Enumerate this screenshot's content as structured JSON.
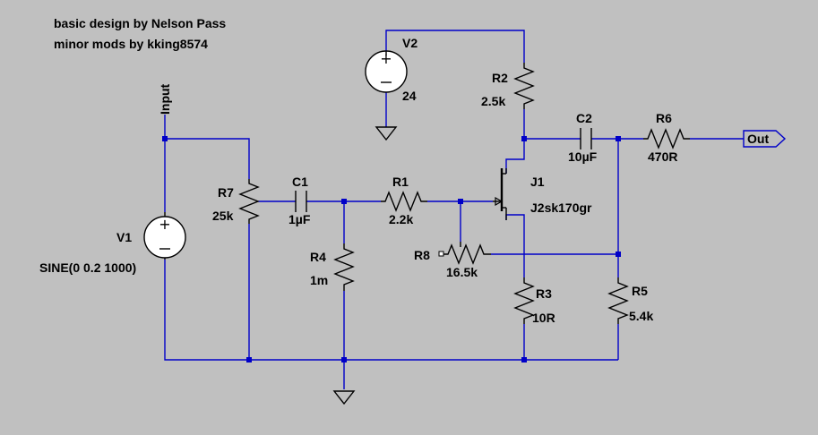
{
  "notes": {
    "line1": "basic design by Nelson Pass",
    "line2": "minor mods by kking8574"
  },
  "ports": {
    "input": "Input",
    "output": "Out"
  },
  "components": {
    "V1": {
      "name": "V1",
      "value": "SINE(0 0.2 1000)"
    },
    "V2": {
      "name": "V2",
      "value": "24"
    },
    "R1": {
      "name": "R1",
      "value": "2.2k"
    },
    "R2": {
      "name": "R2",
      "value": "2.5k"
    },
    "R3": {
      "name": "R3",
      "value": "10R"
    },
    "R4": {
      "name": "R4",
      "value": "1m"
    },
    "R5": {
      "name": "R5",
      "value": "5.4k"
    },
    "R6": {
      "name": "R6",
      "value": "470R"
    },
    "R7": {
      "name": "R7",
      "value": "25k"
    },
    "R8": {
      "name": "R8",
      "value": "16.5k"
    },
    "C1": {
      "name": "C1",
      "value": "1µF"
    },
    "C2": {
      "name": "C2",
      "value": "10µF"
    },
    "J1": {
      "name": "J1",
      "value": "J2sk170gr"
    }
  },
  "colors": {
    "background": "#c0c0c0",
    "wire": "#0000c8",
    "component": "#000000",
    "source_fill": "#ffffff"
  }
}
